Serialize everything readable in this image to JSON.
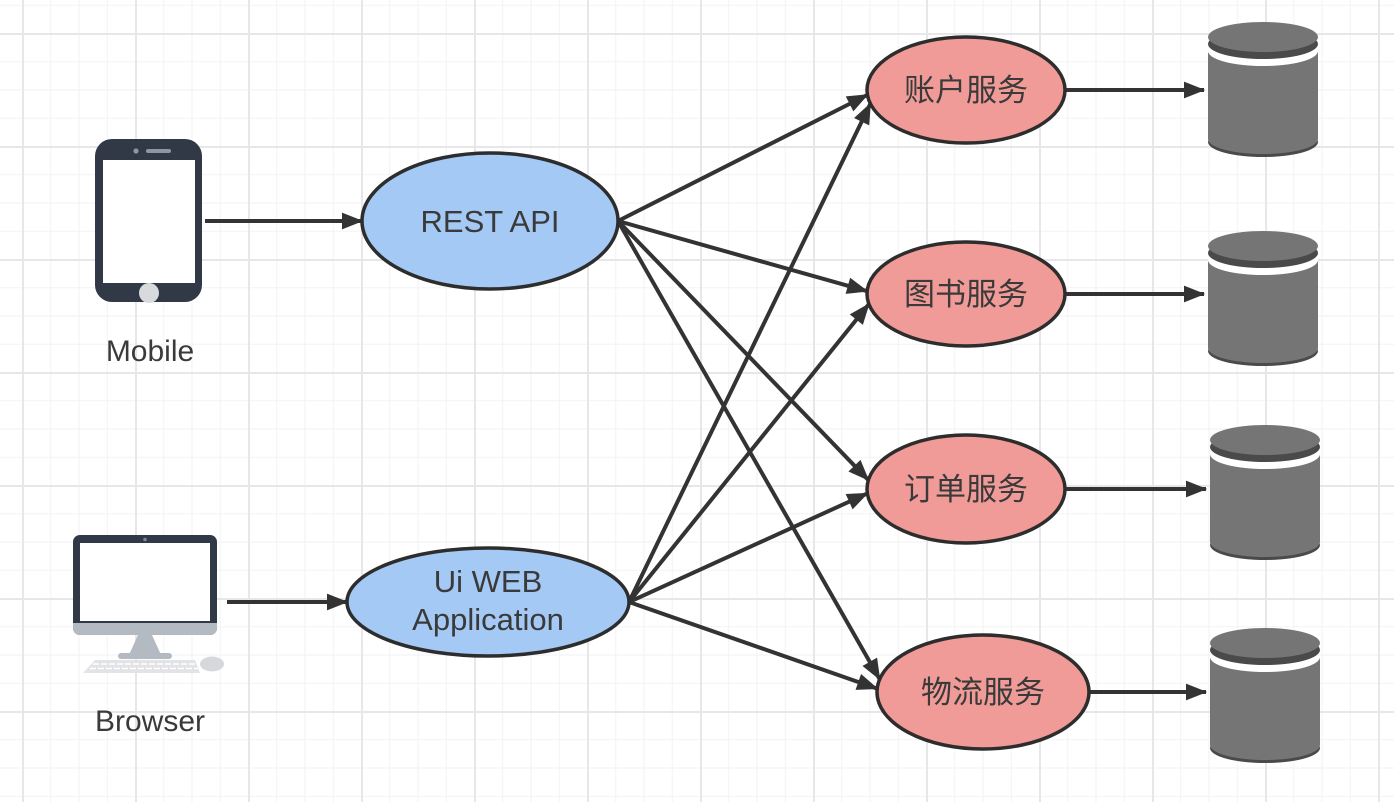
{
  "diagram": {
    "clients": [
      {
        "id": "mobile",
        "label": "Mobile",
        "icon": "smartphone-icon"
      },
      {
        "id": "browser",
        "label": "Browser",
        "icon": "desktop-computer-icon"
      }
    ],
    "gateways": [
      {
        "id": "rest_api",
        "label": "REST API",
        "lines": [
          "REST API"
        ]
      },
      {
        "id": "ui_web",
        "label": "Ui WEB Application",
        "lines": [
          "Ui WEB",
          "Application"
        ]
      }
    ],
    "services": [
      {
        "id": "account",
        "label": "账户服务"
      },
      {
        "id": "book",
        "label": "图书服务"
      },
      {
        "id": "order",
        "label": "订单服务"
      },
      {
        "id": "logistics",
        "label": "物流服务"
      }
    ],
    "databases": [
      {
        "id": "db_account",
        "icon": "database-cylinder-icon"
      },
      {
        "id": "db_book",
        "icon": "database-cylinder-icon"
      },
      {
        "id": "db_order",
        "icon": "database-cylinder-icon"
      },
      {
        "id": "db_logistics",
        "icon": "database-cylinder-icon"
      }
    ],
    "edges": [
      {
        "from": "mobile",
        "to": "rest_api"
      },
      {
        "from": "browser",
        "to": "ui_web"
      },
      {
        "from": "rest_api",
        "to": "account"
      },
      {
        "from": "rest_api",
        "to": "book"
      },
      {
        "from": "rest_api",
        "to": "order"
      },
      {
        "from": "rest_api",
        "to": "logistics"
      },
      {
        "from": "ui_web",
        "to": "account"
      },
      {
        "from": "ui_web",
        "to": "book"
      },
      {
        "from": "ui_web",
        "to": "order"
      },
      {
        "from": "ui_web",
        "to": "logistics"
      },
      {
        "from": "account",
        "to": "db_account"
      },
      {
        "from": "book",
        "to": "db_book"
      },
      {
        "from": "order",
        "to": "db_order"
      },
      {
        "from": "logistics",
        "to": "db_logistics"
      }
    ],
    "colors": {
      "gateway_fill": "#a4c9f4",
      "service_fill": "#f19b98",
      "shape_stroke": "#2d2d2d",
      "arrow": "#333333",
      "database_gray": "#757575",
      "database_dark": "#4a4a4a",
      "device_dark": "#313947",
      "device_silver": "#b4bac2",
      "label_text": "#3a3a3a",
      "grid_minor": "#f2f2f4",
      "grid_major": "#e7e7ea",
      "background": "#ffffff"
    }
  }
}
